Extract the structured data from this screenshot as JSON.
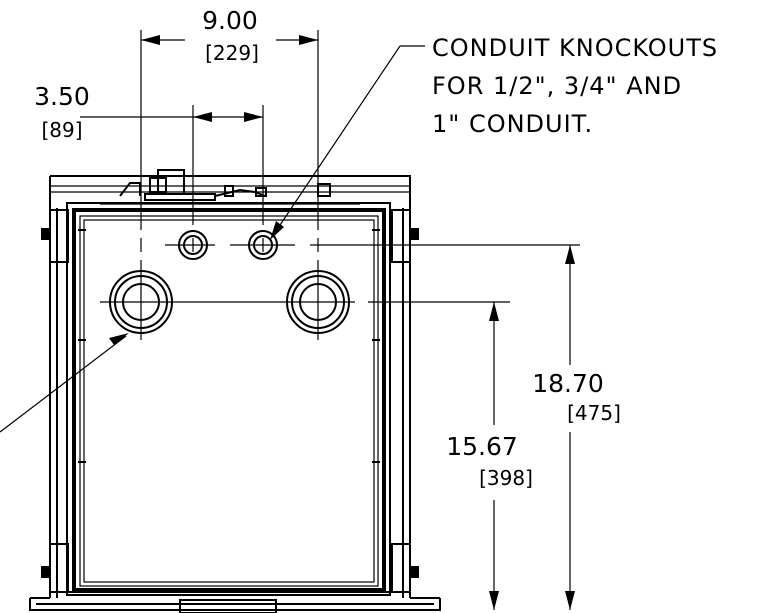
{
  "dimensions": {
    "knockout_spacing_wide": {
      "value": "9.00",
      "metric": "[229]"
    },
    "knockout_spacing_narrow": {
      "value": "3.50",
      "metric": "[89]"
    },
    "upper_knockout_height": {
      "value": "18.70",
      "metric": "[475]"
    },
    "lower_knockout_height": {
      "value": "15.67",
      "metric": "[398]"
    }
  },
  "callout": {
    "lines": [
      "CONDUIT KNOCKOUTS",
      "FOR 1/2\", 3/4\" AND",
      "1\" CONDUIT."
    ]
  }
}
